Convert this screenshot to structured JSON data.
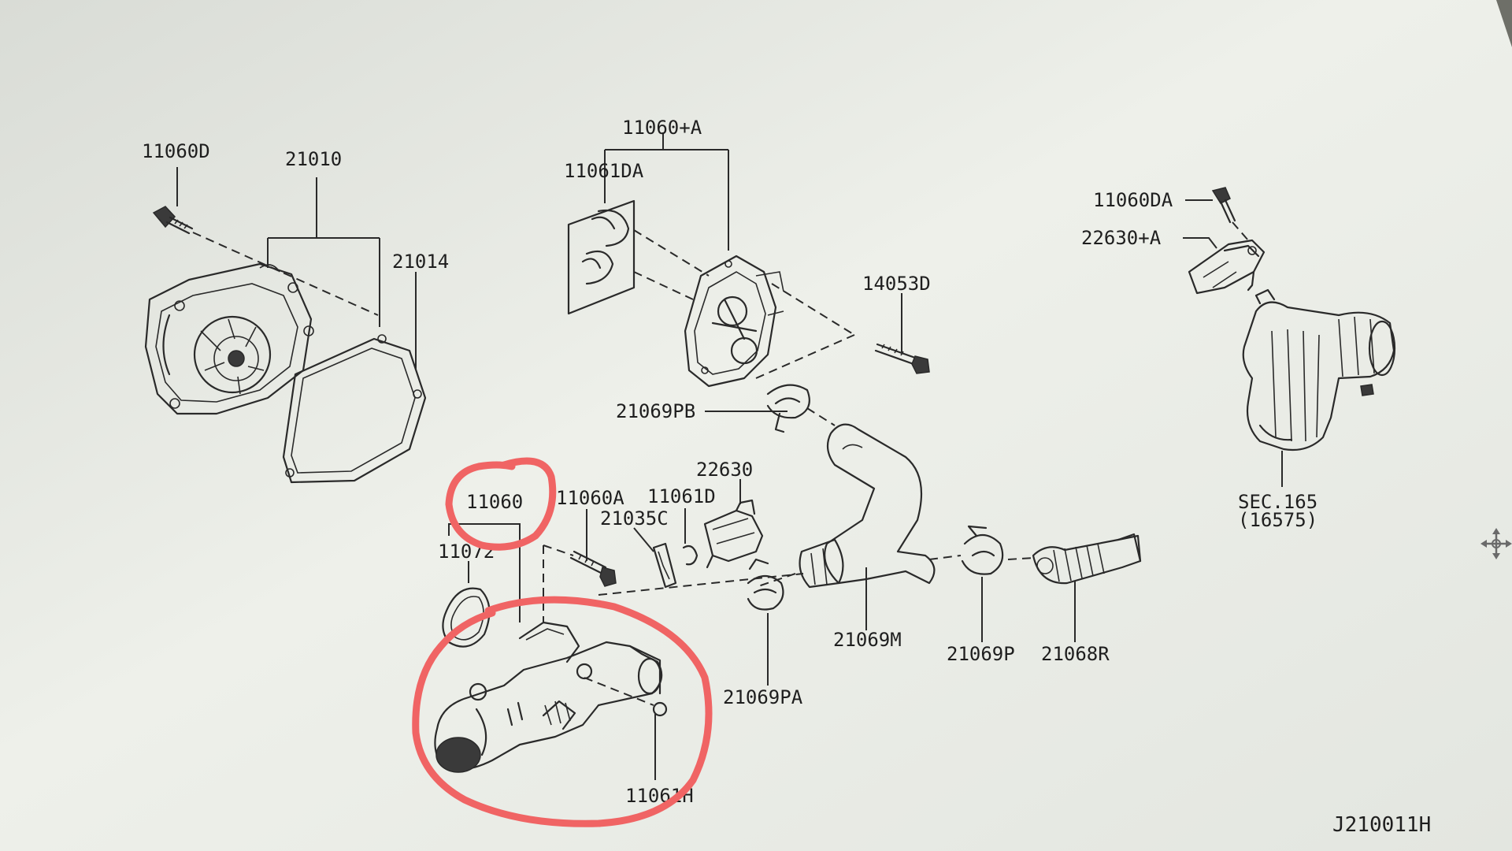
{
  "labels": [
    {
      "id": "11060d",
      "text": "11060D"
    },
    {
      "id": "21010",
      "text": "21010"
    },
    {
      "id": "21014",
      "text": "21014"
    },
    {
      "id": "11060a-plus",
      "text": "11060+A"
    },
    {
      "id": "11061da",
      "text": "11061DA"
    },
    {
      "id": "14053d",
      "text": "14053D"
    },
    {
      "id": "21069pb",
      "text": "21069PB"
    },
    {
      "id": "11060da",
      "text": "11060DA"
    },
    {
      "id": "22630a-plus",
      "text": "22630+A"
    },
    {
      "id": "sec165",
      "text": "SEC.165"
    },
    {
      "id": "sec165-sub",
      "text": "(16575)"
    },
    {
      "id": "11060",
      "text": "11060"
    },
    {
      "id": "11060a",
      "text": "11060A"
    },
    {
      "id": "11061d",
      "text": "11061D"
    },
    {
      "id": "22630",
      "text": "22630"
    },
    {
      "id": "21035c",
      "text": "21035C"
    },
    {
      "id": "11072",
      "text": "11072"
    },
    {
      "id": "21069m",
      "text": "21069M"
    },
    {
      "id": "21069p",
      "text": "21069P"
    },
    {
      "id": "21068r",
      "text": "21068R"
    },
    {
      "id": "21069pa",
      "text": "21069PA"
    },
    {
      "id": "11061h",
      "text": "11061H"
    },
    {
      "id": "diagram-code",
      "text": "J210011H"
    }
  ],
  "colors": {
    "screen": "#e9ebe6",
    "ink": "#1e1e1e",
    "highlight": "#f06464",
    "bezel": "#6e6f68"
  },
  "icons": {
    "corner": "move-cross-icon"
  }
}
